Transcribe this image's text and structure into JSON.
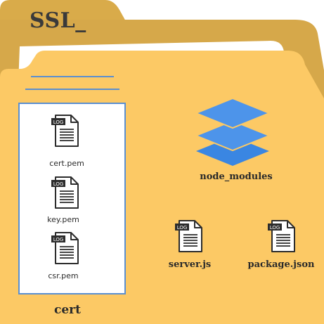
{
  "folder": {
    "title": "SSL_",
    "colors": {
      "tab": "#d9ab4a",
      "back": "#d6a84a",
      "front": "#fcc965",
      "inner": "#ffffff",
      "accent": "#4a8ed8"
    }
  },
  "cert_folder": {
    "label": "cert",
    "files": [
      {
        "name": "cert.pem",
        "badge": "LOG",
        "icon": "document-icon"
      },
      {
        "name": "key.pem",
        "badge": "LOG",
        "icon": "document-icon"
      },
      {
        "name": "csr.pem",
        "badge": "LOG",
        "icon": "document-icon"
      }
    ]
  },
  "node_modules": {
    "label": "node_modules",
    "icon": "layers-icon"
  },
  "root_files": [
    {
      "name": "server.js",
      "badge": "LOG",
      "icon": "document-icon"
    },
    {
      "name": "package.json",
      "badge": "LOG",
      "icon": "document-icon"
    }
  ]
}
